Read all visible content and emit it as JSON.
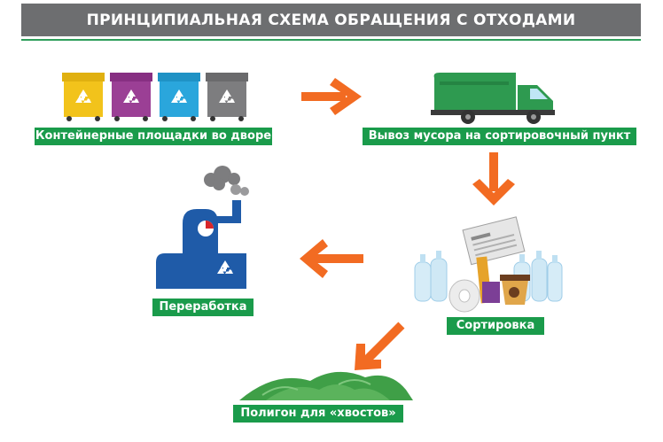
{
  "title": "ПРИНЦИПИАЛЬНАЯ СХЕМА ОБРАЩЕНИЯ С ОТХОДАМИ",
  "nodes": {
    "containers": {
      "label": "Контейнерные площадки во дворе",
      "icon": "waste-bins-icon"
    },
    "transport": {
      "label": "Вывоз мусора на сортировочный пункт",
      "icon": "garbage-truck-icon"
    },
    "sorting": {
      "label": "Сортировка",
      "icon": "sorted-waste-icon"
    },
    "processing": {
      "label": "Переработка",
      "icon": "recycling-plant-icon"
    },
    "landfill": {
      "label": "Полигон для «хвостов»",
      "icon": "landfill-hill-icon"
    }
  },
  "colors": {
    "banner": "#6d6e70",
    "label_bg": "#1a9b4b",
    "arrow": "#f26b22",
    "bin_yellow": "#f2c31b",
    "bin_purple": "#9b3f95",
    "bin_blue": "#2aa6dc",
    "bin_gray": "#7d7d7f",
    "truck": "#2e9a50",
    "plant": "#1f5ba8",
    "landfill": "#3f9f47"
  }
}
